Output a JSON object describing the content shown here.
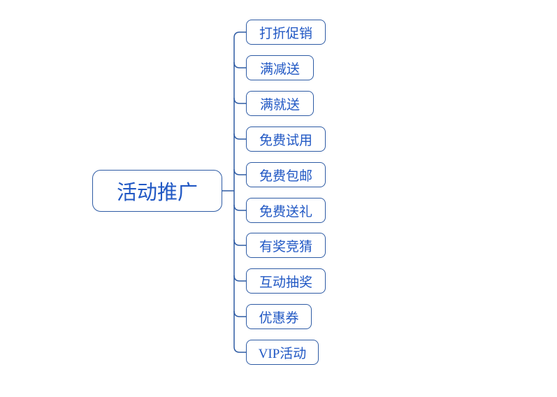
{
  "diagram": {
    "root": {
      "label": "活动推广"
    },
    "children": [
      {
        "label": "打折促销"
      },
      {
        "label": "满减送"
      },
      {
        "label": "满就送"
      },
      {
        "label": "免费试用"
      },
      {
        "label": "免费包邮"
      },
      {
        "label": "免费送礼"
      },
      {
        "label": "有奖竞猜"
      },
      {
        "label": "互动抽奖"
      },
      {
        "label": "优惠券"
      },
      {
        "label": "VIP活动"
      }
    ],
    "colors": {
      "line": "#2e5ba4",
      "text": "#2158c4",
      "background": "#ffffff"
    }
  }
}
